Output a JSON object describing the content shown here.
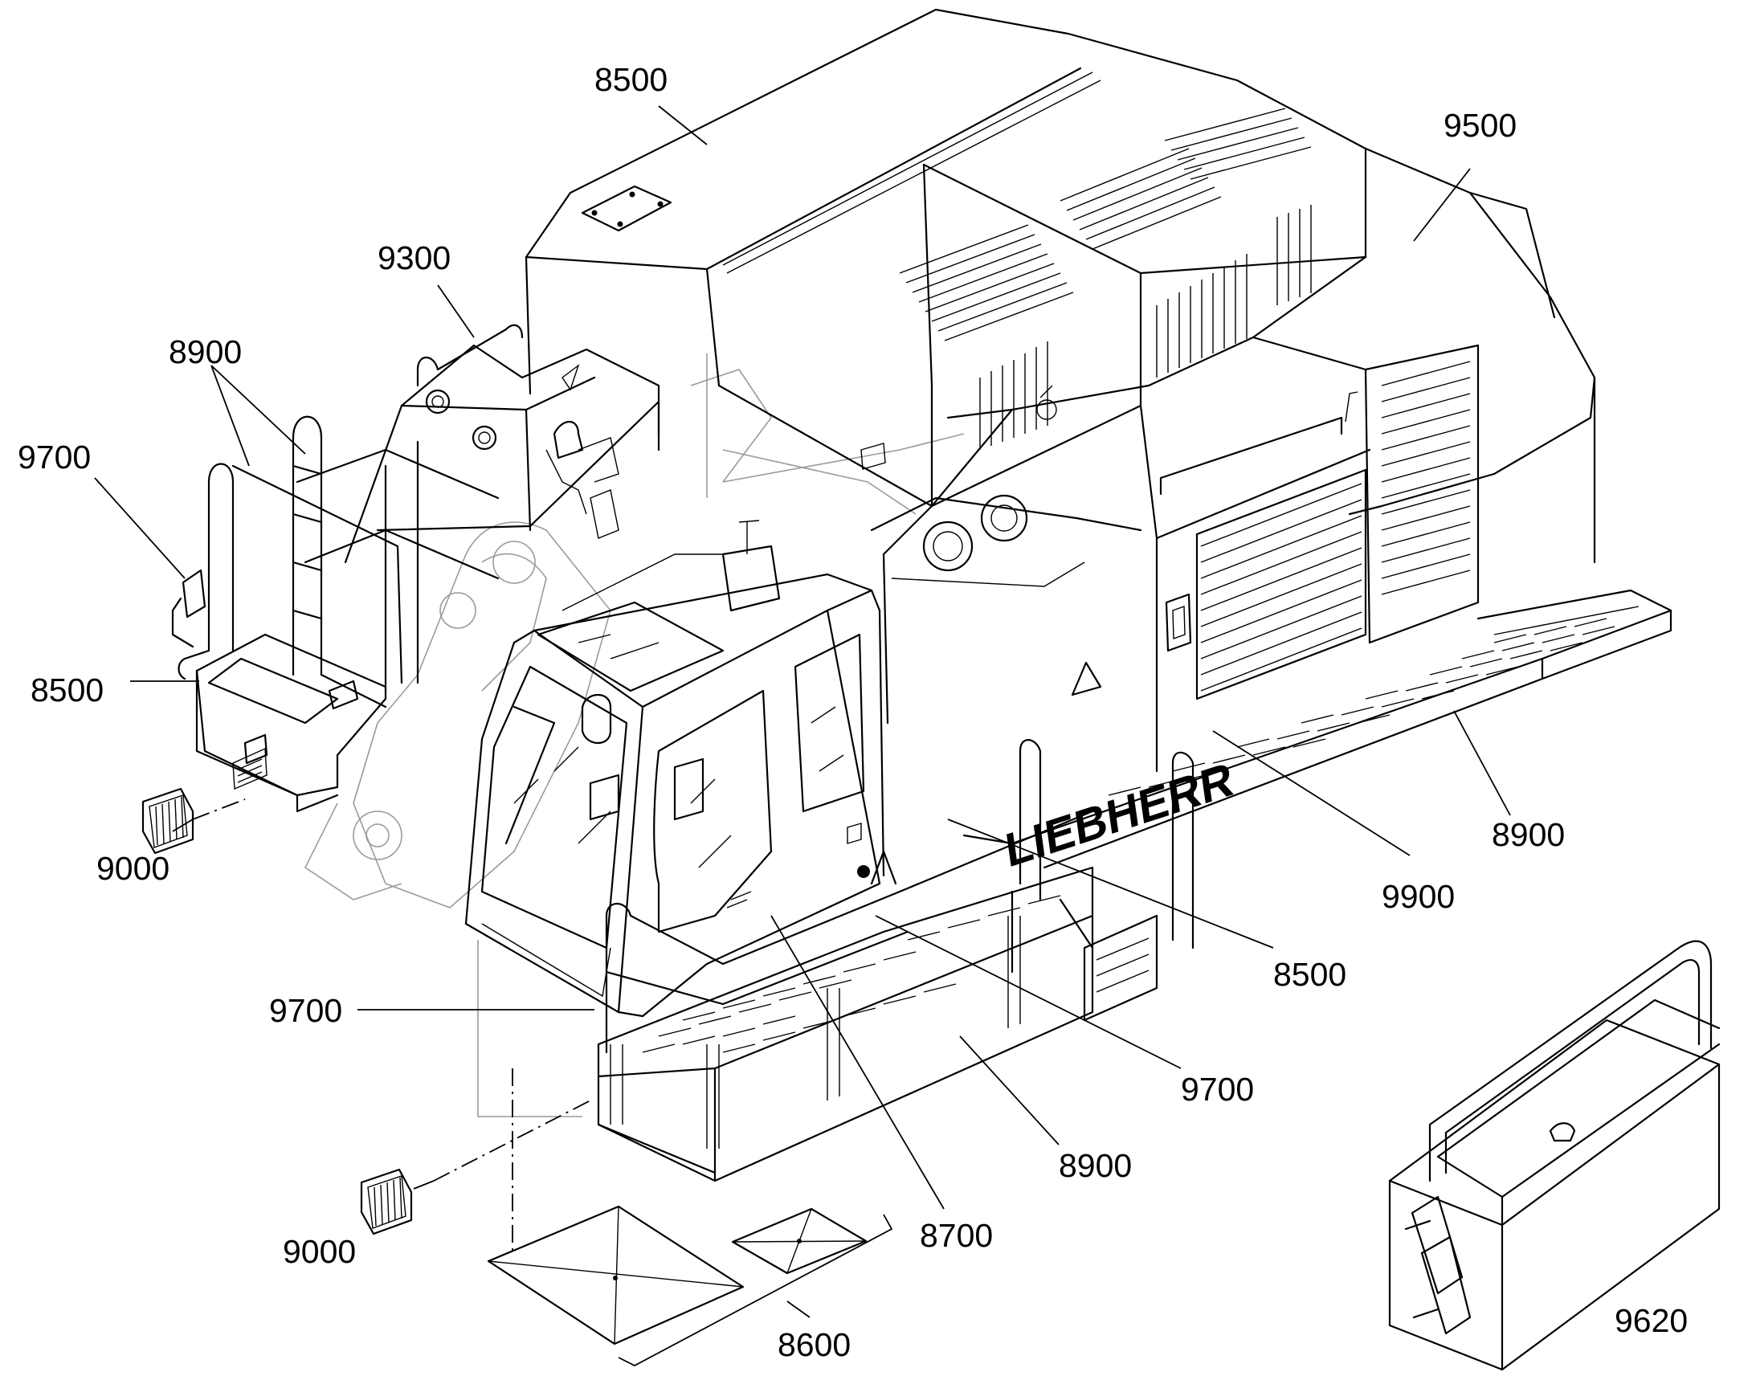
{
  "brand": "LIEBHERR",
  "labels": {
    "p8500_top": "8500",
    "p9500": "9500",
    "p9300": "9300",
    "p8900_left": "8900",
    "p9700_left": "9700",
    "p8500_left": "8500",
    "p9000_left": "9000",
    "p8900_right": "8900",
    "p9900": "9900",
    "p8500_right": "8500",
    "p9700_bottom_left": "9700",
    "p9700_bottom_right": "9700",
    "p8900_bottom": "8900",
    "p8700": "8700",
    "p9000_bottom": "9000",
    "p8600": "8600",
    "p9620": "9620"
  }
}
